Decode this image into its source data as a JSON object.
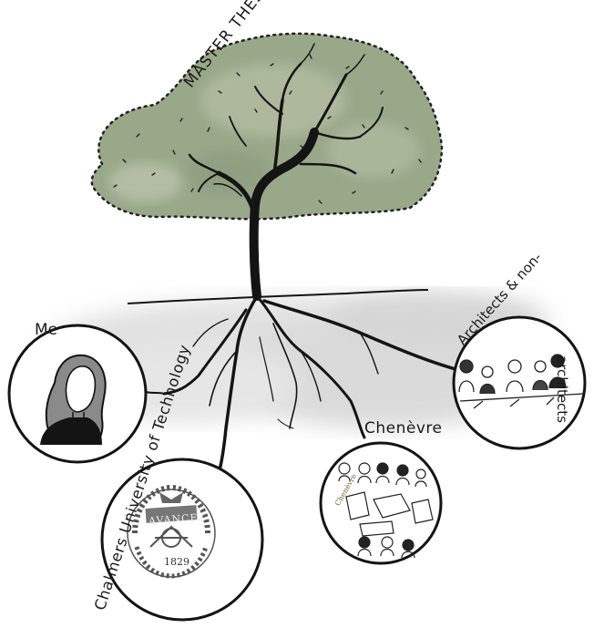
{
  "title": "MASTER THESIS",
  "roots": [
    {
      "id": "me",
      "label": "Me"
    },
    {
      "id": "chalmers",
      "label": "Chalmers University of Technology"
    },
    {
      "id": "chenevre",
      "label": "Chenèvre"
    },
    {
      "id": "architects",
      "label_line1": "Architects & non-",
      "label_line2": "architects"
    }
  ],
  "seal": {
    "motto": "AVANCEZ",
    "year": "1829"
  },
  "chenevre_sign": "Chenèvre",
  "colors": {
    "foliage": "#9aa88a",
    "foliage_light": "#b6c0a6",
    "ink": "#141414",
    "ground_wash": "#cfcfcf"
  }
}
